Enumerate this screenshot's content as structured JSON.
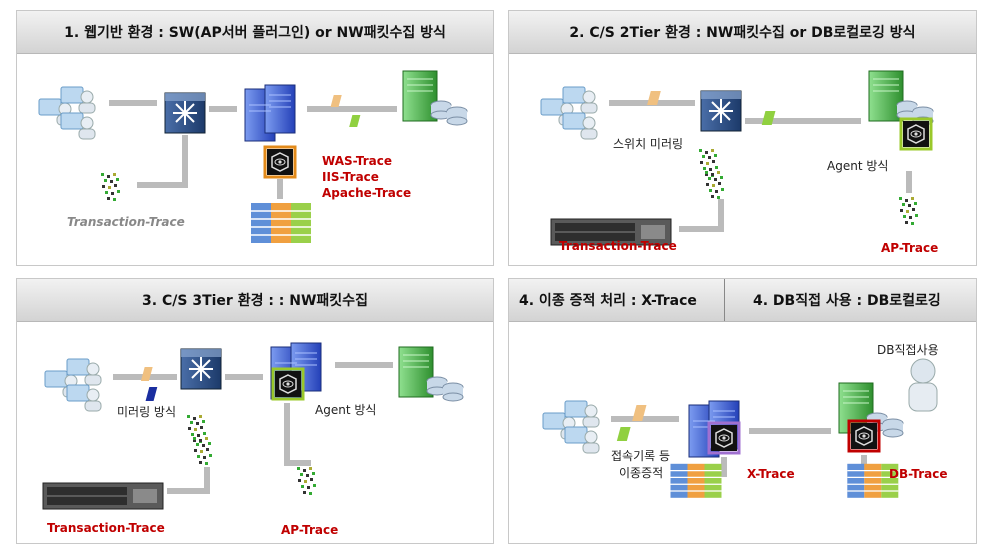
{
  "panel1": {
    "title": "1. 웹기반 환경 : SW(AP서버 플러그인) or NW패킷수집 방식",
    "trace_labels": [
      "WAS-Trace",
      "IIS-Trace",
      "Apache-Trace"
    ],
    "transaction": "Transaction-Trace"
  },
  "panel2": {
    "title": "2. C/S 2Tier 환경  :  NW패킷수집 or DB로컬로깅 방식",
    "switch_label": "스위치 미러링",
    "agent_label": "Agent 방식",
    "transaction": "Transaction-Trace",
    "ap_trace": "AP-Trace"
  },
  "panel3": {
    "title": "3. C/S 3Tier 환경 : :  NW패킷수집",
    "mirror_label": "미러링 방식",
    "agent_label": "Agent 방식",
    "transaction": "Transaction-Trace",
    "ap_trace": "AP-Trace"
  },
  "panel4": {
    "title_left": "4. 이종 증적 처리 : X-Trace",
    "title_right": "4. DB직접 사용 : DB로컬로깅",
    "db_direct": "DB직접사용",
    "access_log_1": "접속기록 등",
    "access_log_2": "이종증적",
    "x_trace": "X-Trace",
    "db_trace": "DB-Trace"
  },
  "colors": {
    "red_text": "#c00000",
    "server_blue": "#3a5fd0",
    "db_green": "#3fae3f"
  }
}
